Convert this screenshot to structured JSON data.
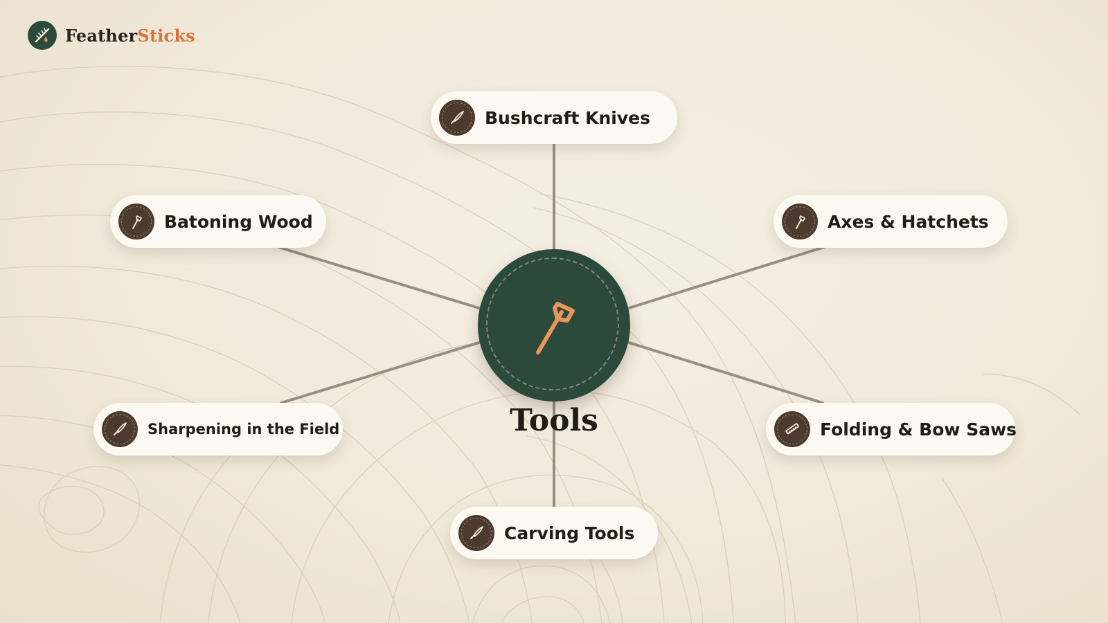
{
  "brand": {
    "name_part1": "Feather",
    "name_part2": "Sticks",
    "logo_icon": "feather-stick-icon"
  },
  "colors": {
    "background": "#f2eadc",
    "hub": "#2c4a3c",
    "accent": "#e8965a",
    "brand_accent": "#d9723a",
    "node_icon_bg": "#4b3a2d",
    "connector": "#9a8e80",
    "node_bg": "#fcf9f2"
  },
  "hub": {
    "title": "Tools",
    "icon": "axe-icon"
  },
  "nodes": [
    {
      "id": "knives",
      "label": "Bushcraft Knives",
      "icon": "knife-icon"
    },
    {
      "id": "baton",
      "label": "Batoning Wood",
      "icon": "axe-icon"
    },
    {
      "id": "axes",
      "label": "Axes & Hatchets",
      "icon": "axe-icon"
    },
    {
      "id": "sharpen",
      "label": "Sharpening in the Field",
      "icon": "knife-icon"
    },
    {
      "id": "saws",
      "label": "Folding & Bow Saws",
      "icon": "saw-icon"
    },
    {
      "id": "carving",
      "label": "Carving Tools",
      "icon": "knife-icon"
    }
  ]
}
